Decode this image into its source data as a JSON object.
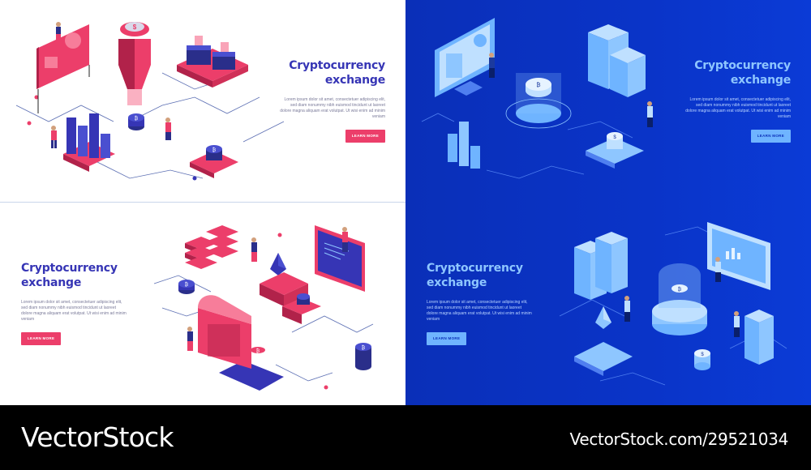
{
  "panels": [
    {
      "title_line1": "Cryptocurrency",
      "title_line2": "exchange",
      "body": "Lorem ipsum dolor sit amet, consectetuer adipiscing elit, sed diam nonummy nibh euismod tincidunt ut laoreet dolore magna aliquam erat volutpat. Ut wisi enim ad minim veniam",
      "button": "LEARN MORE"
    },
    {
      "title_line1": "Cryptocurrency",
      "title_line2": "exchange",
      "body": "Lorem ipsum dolor sit amet, consectetuer adipiscing elit, sed diam nonummy nibh euismod tincidunt ut laoreet dolore magna aliquam erat volutpat. Ut wisi enim ad minim veniam",
      "button": "LEARN MORE"
    },
    {
      "title_line1": "Cryptocurrency",
      "title_line2": "exchange",
      "body": "Lorem ipsum dolor sit amet, consectetuer adipiscing elit, sed diam nonummy nibh euismod tincidunt ut laoreet dolore magna aliquam erat volutpat. Ut wisi enim ad minim veniam",
      "button": "LEARN MORE"
    },
    {
      "title_line1": "Cryptocurrency",
      "title_line2": "exchange",
      "body": "Lorem ipsum dolor sit amet, consectetuer adipiscing elit, sed diam nonummy nibh euismod tincidunt ut laoreet dolore magna aliquam erat volutpat. Ut wisi enim ad minim veniam",
      "button": "LEARN MORE"
    }
  ],
  "footer": {
    "brand": "VectorStock",
    "stock_id": "VectorStock.com/29521034"
  },
  "colors": {
    "white_title": "#3635b5",
    "pink_accent": "#ec3e6a",
    "blue_bg": "#0a34c8",
    "blue_title": "#8ec6ff",
    "light_blue_button": "#6fb4ff"
  },
  "icons": [
    "bitcoin-coin-icon",
    "ethereum-crystal-icon",
    "server-rack-icon",
    "bar-chart-icon",
    "dollar-coin-icon",
    "person-figure-icon"
  ]
}
